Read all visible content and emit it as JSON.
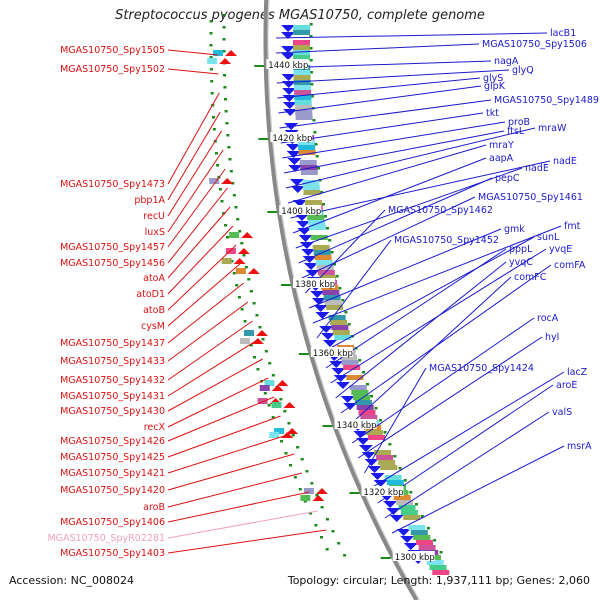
{
  "title": "Streptococcus pyogenes MGAS10750, complete genome",
  "footer": {
    "accession": "Accession: NC_008024",
    "topology": "Topology: circular; Length: 1,937,111 bp; Genes: 2,060"
  },
  "colors": {
    "left_label": "#dd1111",
    "left_label_rna": "#f0a0c0",
    "right_label": "#1a1acc",
    "tick_green": "#1a8a1a",
    "backbone": "#888888",
    "cds_blue": "#1a1aee",
    "cds_red": "#ee1111"
  },
  "scale_ticks": [
    "1440 kbp",
    "1420 kbp",
    "1400 kbp",
    "1380 kbp",
    "1360 kbp",
    "1340 kbp",
    "1320 kbp",
    "1300 kbp"
  ],
  "left_labels": [
    "MGAS10750_Spy1505",
    "MGAS10750_Spy1502",
    "MGAS10750_Spy1473",
    "pbp1A",
    "recU",
    "luxS",
    "MGAS10750_Spy1457",
    "MGAS10750_Spy1456",
    "atoA",
    "atoD1",
    "atoB",
    "cysM",
    "MGAS10750_Spy1437",
    "MGAS10750_Spy1433",
    "MGAS10750_Spy1432",
    "MGAS10750_Spy1431",
    "MGAS10750_Spy1430",
    "recX",
    "MGAS10750_Spy1426",
    "MGAS10750_Spy1425",
    "MGAS10750_Spy1421",
    "MGAS10750_Spy1420",
    "aroB",
    "MGAS10750_Spy1406",
    "MGAS10750_SpyR02281",
    "MGAS10750_Spy1403"
  ],
  "right_labels": [
    "lacB1",
    "MGAS10750_Spy1506",
    "nagA",
    "glyQ",
    "glyS",
    "glpK",
    "MGAS10750_Spy1489",
    "tkt",
    "proB",
    "ftsL",
    "mraW",
    "mraY",
    "nadE",
    "aapA",
    "nadE",
    "pepC",
    "MGAS10750_Spy1461",
    "MGAS10750_Spy1462",
    "gmk",
    "fmt",
    "MGAS10750_Spy1452",
    "sunL",
    "pppL",
    "yvqE",
    "yvqC",
    "comFA",
    "comFC",
    "rocA",
    "hyl",
    "MGAS10750_Spy1424",
    "lacZ",
    "aroE",
    "valS",
    "msrA"
  ]
}
